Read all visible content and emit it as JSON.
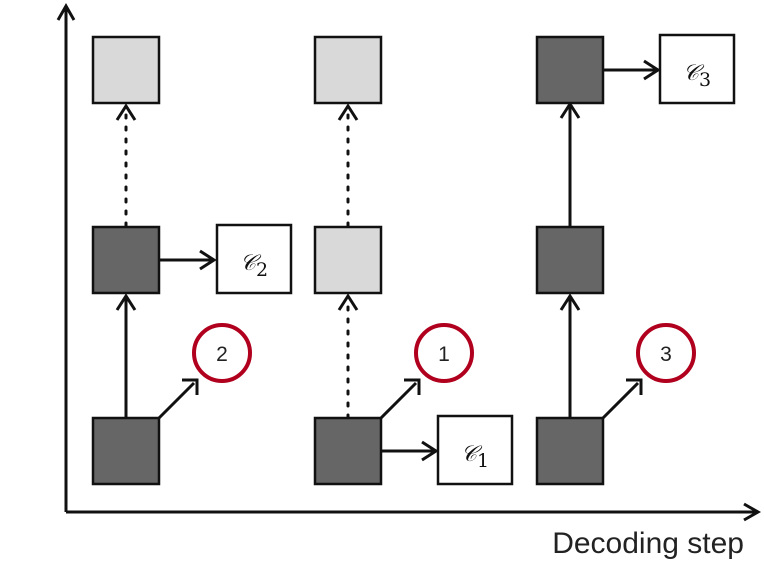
{
  "axes": {
    "x_label": "Decoding step"
  },
  "colors": {
    "active_node": "#666666",
    "inactive_node": "#d9d9d9",
    "badge_ring": "#b0001e",
    "line": "#111111"
  },
  "badges": [
    {
      "label": "2"
    },
    {
      "label": "1"
    },
    {
      "label": "3"
    }
  ],
  "outputs": [
    {
      "symbol": "𝒞",
      "subscript": "2"
    },
    {
      "symbol": "𝒞",
      "subscript": "1"
    },
    {
      "symbol": "𝒞",
      "subscript": "3"
    }
  ]
}
